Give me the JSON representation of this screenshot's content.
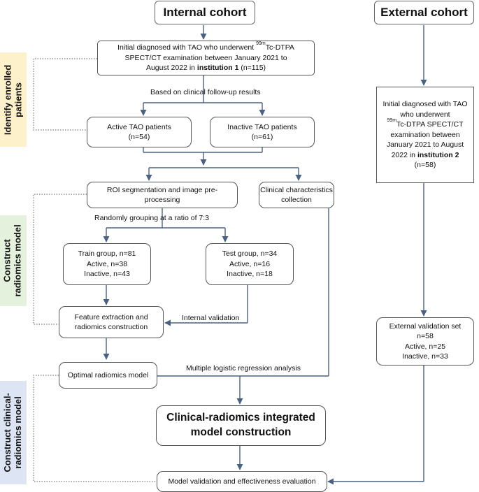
{
  "headers": {
    "internal": "Internal cohort",
    "external": "External cohort"
  },
  "side_labels": {
    "identify": [
      "Identify enrolled",
      "patients"
    ],
    "radiomics": [
      "Construct",
      "radiomics model"
    ],
    "clinical": [
      "Construct clinical-",
      "radiomics model"
    ]
  },
  "boxes": {
    "initial_internal": {
      "l1": "Initial diagnosed with TAO who underwent ",
      "l1_sup": "99m",
      "l1_tail": "Tc-DTPA",
      "l2": "SPECT/CT examination between January 2021 to",
      "l3_pre": "August 2022 in ",
      "l3_bold": "institution 1",
      "l3_post": " (n=115)"
    },
    "active": [
      "Active TAO patients",
      "(n=54)"
    ],
    "inactive": [
      "Inactive TAO patients",
      "(n=61)"
    ],
    "roi": [
      "ROI segmentation and image pre-",
      "processing"
    ],
    "clinical_chars": [
      "Clinical characteristics",
      "collection"
    ],
    "train": [
      "Train group, n=81",
      "Active, n=38",
      "Inactive, n=43"
    ],
    "test": [
      "Test group, n=34",
      "Active, n=16",
      "Inactive, n=18"
    ],
    "feature": [
      "Feature extraction and",
      "radiomics construction"
    ],
    "optimal": "Optimal radiomics model",
    "integrated": [
      "Clinical-radiomics integrated",
      "model construction"
    ],
    "validation": "Model validation and effectiveness evaluation",
    "initial_external": {
      "l1": "Initial diagnosed with TAO",
      "l2": "who underwent",
      "l3_sup": "99m",
      "l3_tail": "Tc-DTPA SPECT/CT",
      "l4": "examination between",
      "l5": "January 2021 to August",
      "l6_pre": "2022 in ",
      "l6_bold": "institution 2",
      "l7": "(n=58)"
    },
    "external_val": [
      "External validation set",
      "n=58",
      "Active, n=25",
      "Inactive, n=33"
    ]
  },
  "labels": {
    "followup": "Based on clinical follow-up results",
    "grouping": "Randomly grouping at a ratio of 7:3",
    "internal_validation": "Internal validation",
    "logistic": "Multiple logistic regression analysis"
  },
  "colors": {
    "arrow": "#4a6282",
    "identify_bg": "#fdf1cc",
    "radiomics_bg": "#e4f1dc",
    "clinical_bg": "#dde4f3",
    "box_border": "#555555"
  }
}
